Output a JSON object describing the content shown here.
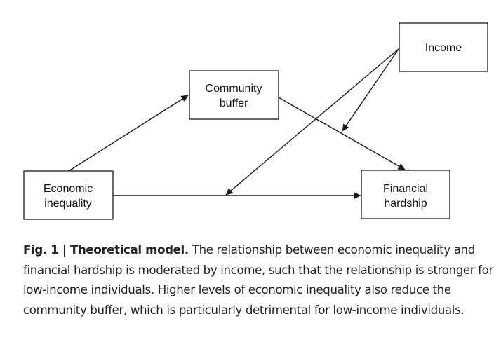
{
  "diagram": {
    "nodes": {
      "income": {
        "lines": [
          "Income"
        ]
      },
      "community": {
        "lines": [
          "Community",
          "buffer"
        ]
      },
      "inequality": {
        "lines": [
          "Economic",
          "inequality"
        ]
      },
      "hardship": {
        "lines": [
          "Financial",
          "hardship"
        ]
      }
    },
    "edges": [
      {
        "from": "inequality",
        "to": "community",
        "kind": "causal"
      },
      {
        "from": "inequality",
        "to": "hardship",
        "kind": "causal"
      },
      {
        "from": "community",
        "to": "hardship",
        "kind": "causal"
      },
      {
        "from": "income",
        "to": "inequality-hardship path",
        "kind": "moderation"
      },
      {
        "from": "income",
        "to": "community-hardship path",
        "kind": "moderation"
      }
    ]
  },
  "caption": {
    "label": "Fig. 1 | Theoretical model.",
    "text": " The relationship between economic inequality and financial hardship is moderated by income, such that the relationship is stronger for low-income individuals. Higher levels of economic inequality also reduce the community buffer, which is particularly detrimental for low-income individuals."
  }
}
